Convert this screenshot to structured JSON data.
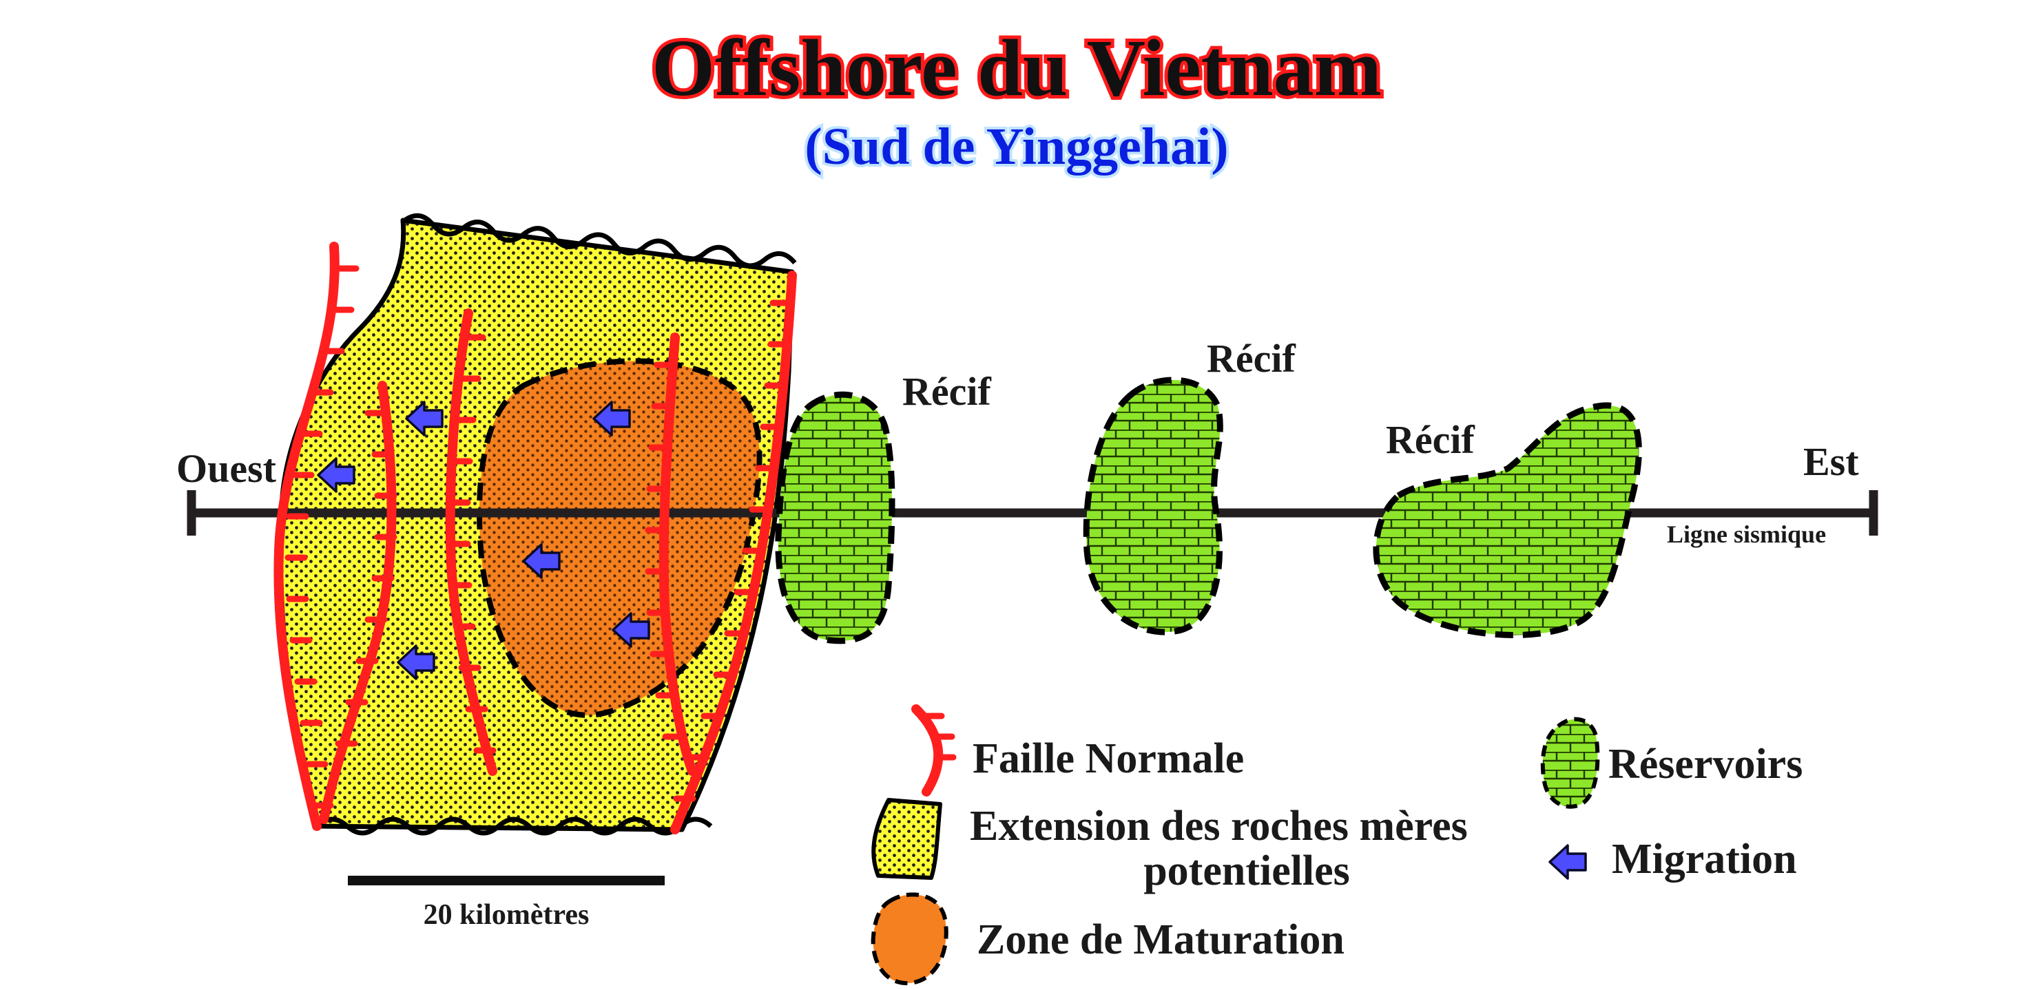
{
  "title": "Offshore du Vietnam",
  "subtitle": "(Sud de Yinggehai)",
  "profile": {
    "west_label": "Ouest",
    "east_label": "Est",
    "line_label": "Ligne sismique"
  },
  "reefs": [
    {
      "label": "Récif"
    },
    {
      "label": "Récif"
    },
    {
      "label": "Récif"
    }
  ],
  "scale_bar": {
    "label": "20 kilomètres"
  },
  "legend": {
    "fault": "Faille Normale",
    "source_rock_line1": "Extension des roches mères",
    "source_rock_line2": "potentielles",
    "maturation": "Zone de Maturation",
    "reservoirs": "Réservoirs",
    "migration": "Migration"
  },
  "colors": {
    "source_rock_fill": "#ffff33",
    "maturation_fill": "#f5801f",
    "reservoir_fill": "#8ee62a",
    "fault": "#ff1f1f",
    "migration_arrow": "#4d4dff",
    "title_outline": "#ff1a1a",
    "subtitle": "#0b1fe0"
  }
}
